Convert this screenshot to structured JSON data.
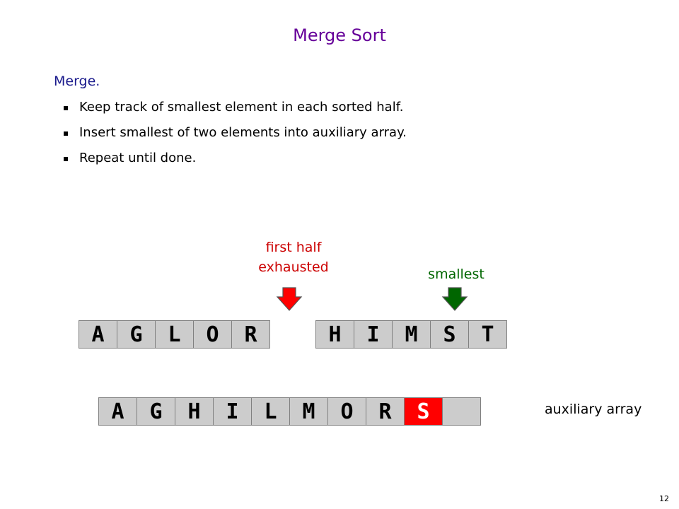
{
  "slide": {
    "title": "Merge Sort",
    "heading": "Merge.",
    "bullets": [
      "Keep track of smallest element in each sorted half.",
      "Insert smallest of two elements into auxiliary array.",
      "Repeat until done."
    ],
    "label_exhausted_line1": "first half",
    "label_exhausted_line2": "exhausted",
    "label_smallest": "smallest",
    "first_half": [
      "A",
      "G",
      "L",
      "O",
      "R"
    ],
    "second_half": [
      "H",
      "I",
      "M",
      "S",
      "T"
    ],
    "auxiliary": [
      "A",
      "G",
      "H",
      "I",
      "L",
      "M",
      "O",
      "R",
      "S",
      ""
    ],
    "aux_label": "auxiliary array",
    "page_number": "12"
  },
  "colors": {
    "title": "#660099",
    "heading": "#1a1a8c",
    "cell": "#cccccc",
    "highlight_cell": "#ff0000",
    "exhausted_arrow": "#ff0000",
    "smallest_arrow": "#006600"
  }
}
